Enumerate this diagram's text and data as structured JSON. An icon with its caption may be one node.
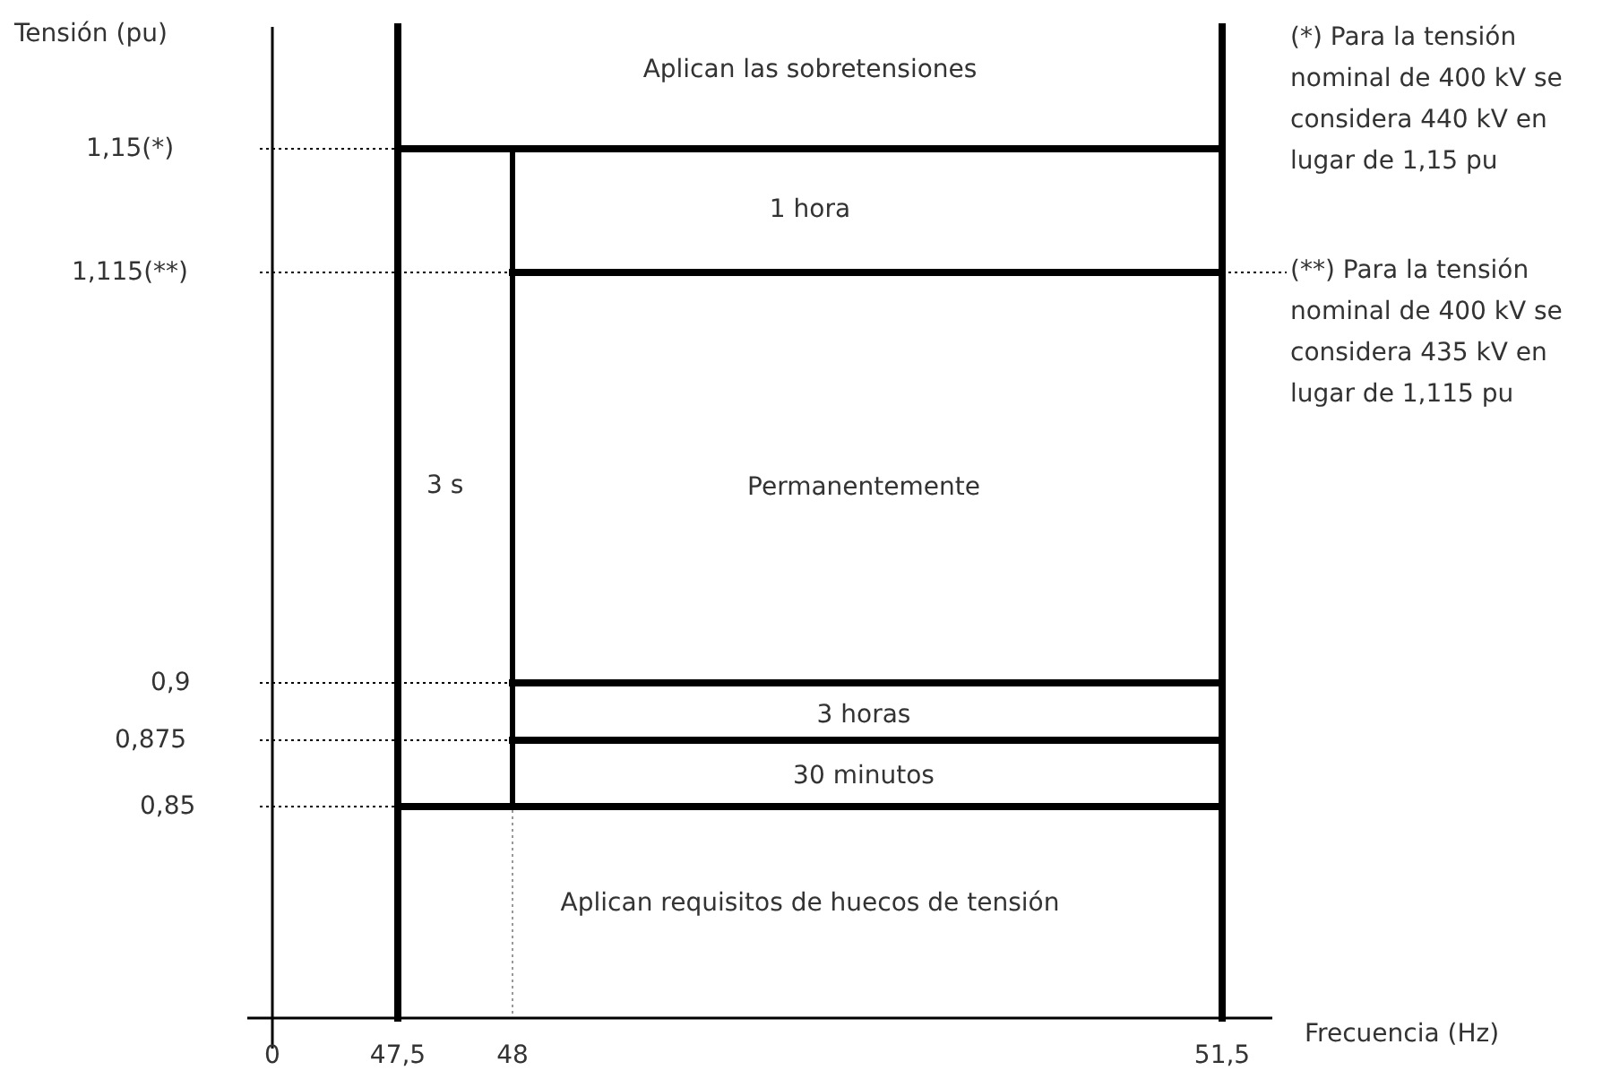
{
  "diagram": {
    "labels": [
      "Tensión (pu)",
      "Aplican las sobretensiones",
      "(*) Para la tensión nominal de 400 kV se considera 440 kV en lugar de 1,15 pu",
      "1,15(*)",
      "1 hora",
      "1,115(**)",
      "(**) Para la tensión nominal de 400 kV se considera 435 kV en lugar de 1,115 pu",
      "3 s",
      "Permanentemente",
      "0,9",
      "3 horas",
      "0,875",
      "30 minutos",
      "0,85",
      "Aplican requisitos de huecos de tensión",
      "0",
      "47,5",
      "48",
      "51,5",
      "Frecuencia  (Hz)"
    ]
  }
}
